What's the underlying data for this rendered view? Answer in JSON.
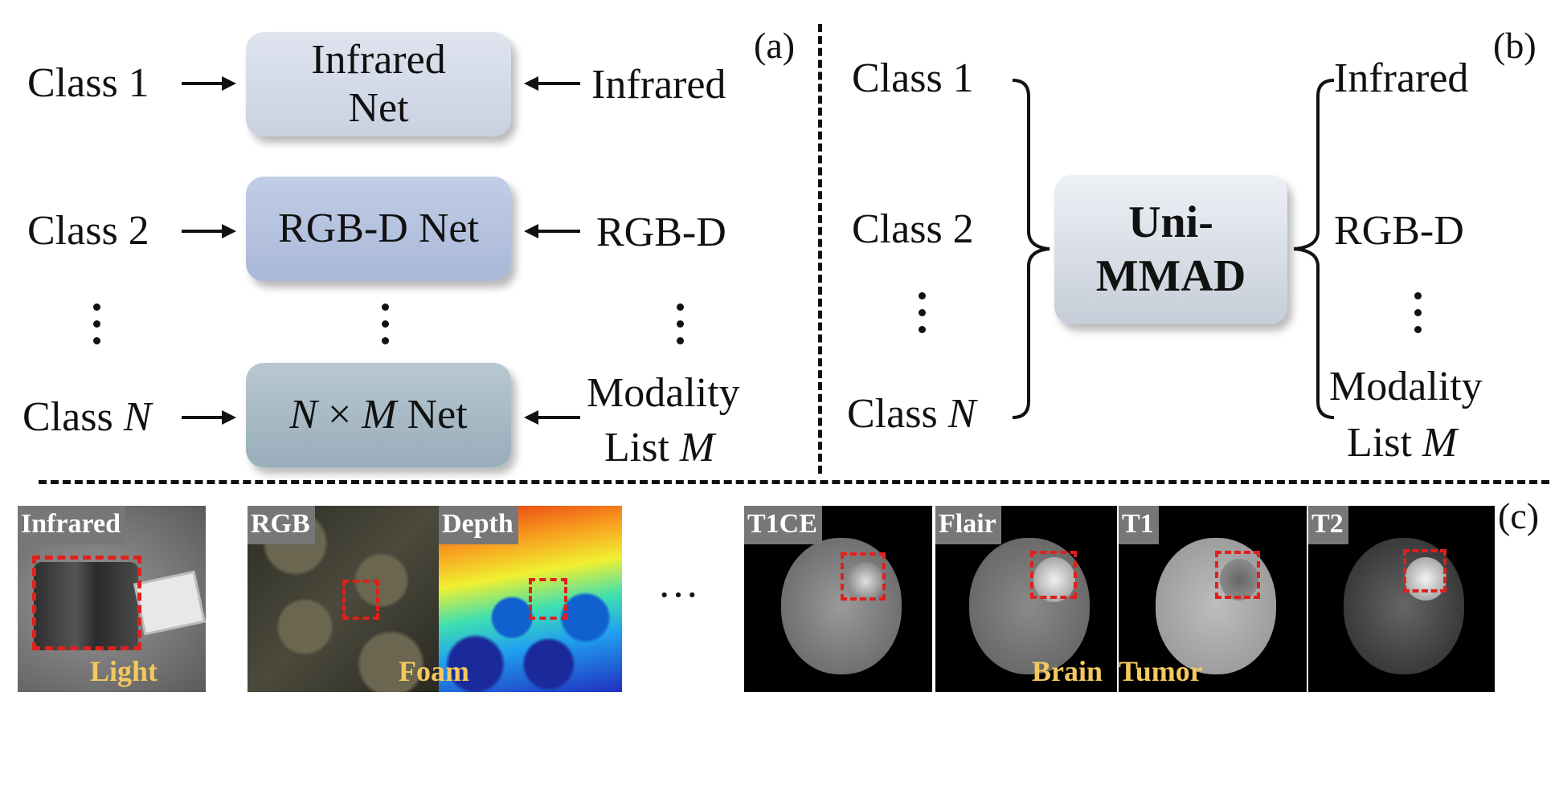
{
  "panel_a": {
    "tag": "(a)",
    "rows": [
      {
        "class_label": "Class 1",
        "net": "Infrared\nNet",
        "modality": "Infrared"
      },
      {
        "class_label": "Class 2",
        "net": "RGB-D Net",
        "modality": "RGB-D"
      },
      {
        "class_label_prefix": "Class ",
        "class_label_var": "N",
        "net_var1": "N",
        "net_times": " × ",
        "net_var2": "M",
        "net_suffix": " Net",
        "modality_line1": "Modality",
        "modality_line2_prefix": "List ",
        "modality_line2_var": "M"
      }
    ]
  },
  "panel_b": {
    "tag": "(b)",
    "classes": [
      "Class 1",
      "Class 2"
    ],
    "class_n_prefix": "Class ",
    "class_n_var": "N",
    "model_line1": "Uni-",
    "model_line2": "MMAD",
    "modalities": [
      "Infrared",
      "RGB-D"
    ],
    "modality_last_line1": "Modality",
    "modality_last_line2_prefix": "List ",
    "modality_last_line2_var": "M"
  },
  "panel_c": {
    "tag": "(c)",
    "ellipsis": "···",
    "examples": [
      {
        "tags": [
          "Infrared"
        ],
        "caption": "Light"
      },
      {
        "tags": [
          "RGB",
          "Depth"
        ],
        "caption": "Foam"
      },
      {
        "tags": [
          "T1CE",
          "Flair",
          "T1",
          "T2"
        ],
        "caption_1": "Brain",
        "caption_2": "Tumor"
      }
    ]
  }
}
